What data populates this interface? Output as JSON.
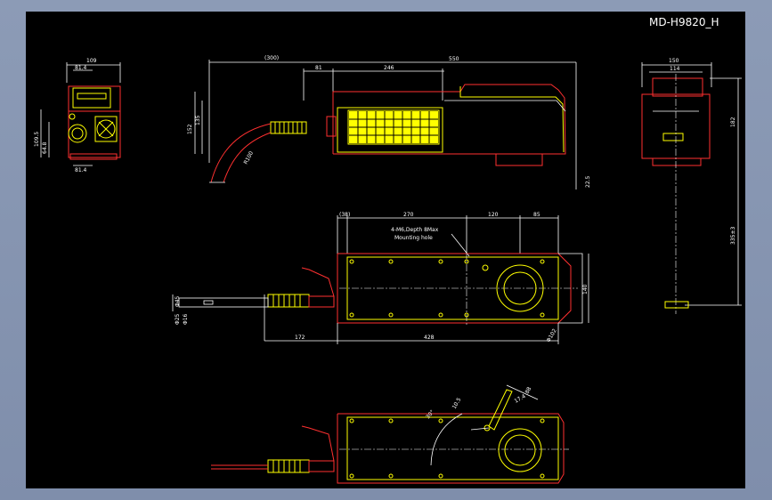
{
  "drawing": {
    "title": "MD-H9820_H",
    "front_view": {
      "width": "109",
      "w1": "81.4",
      "w2": "81.4",
      "h1": "109.5",
      "h2": "64.8"
    },
    "side_view": {
      "total": "550",
      "offset": "(300)",
      "d1": "81",
      "d2": "246",
      "h1": "152",
      "h2": "135",
      "bend": "R100",
      "drop": "22.5"
    },
    "right_view": {
      "width": "150",
      "inner": "114",
      "height": "182",
      "length": "335±3"
    },
    "top_view": {
      "d0": "(38)",
      "d1": "270",
      "d2": "120",
      "d3": "85",
      "hole_note_1": "4-M6,Depth 8Max",
      "hole_note_2": "Mounting hole",
      "width": "140",
      "cable_d1": "Φ45",
      "cable_d2": "Φ25",
      "cable_d3": "Φ16",
      "len1": "172",
      "len2": "428",
      "lens": "Φ102"
    },
    "bottom_view": {
      "angle": "30°",
      "d1": "10.5",
      "d2": "88",
      "d3": "17.4"
    }
  }
}
